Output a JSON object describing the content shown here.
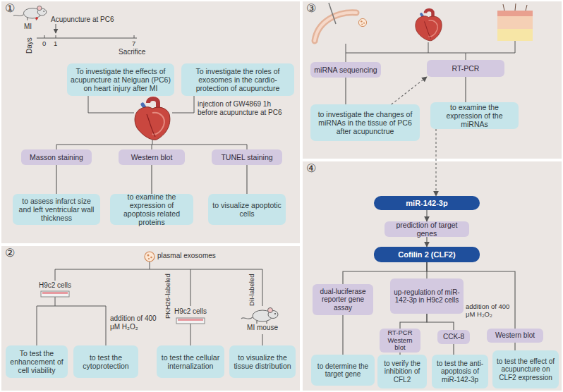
{
  "diagram": {
    "nodes": [
      {
        "text": [
          "①"
        ]
      },
      {
        "text": [
          "To investigate the effects of acupuncture at Neiguan (PC6) on heart injury after MI"
        ],
        "in": 0
      },
      {
        "text": [
          "To investigate the roles of exosomes in the cardio-protection of acupuncture"
        ],
        "in": 0
      },
      {
        "text": [
          "Masson staining"
        ],
        "in": 0
      },
      {
        "text": [
          "Western blot"
        ],
        "in": 0
      },
      {
        "text": [
          "TUNEL staining"
        ],
        "in": 0
      },
      {
        "text": [
          "to assess infarct size and left ventricular wall thickness"
        ],
        "in": 0
      },
      {
        "text": [
          "to examine the expression of apoptosis related proteins"
        ],
        "in": 0
      },
      {
        "text": [
          "to visualize apoptotic cells"
        ],
        "in": 0
      },
      {
        "text": [
          "②"
        ]
      },
      {
        "text": [
          "To test the enhancement of cell viability"
        ],
        "in": 9
      },
      {
        "text": [
          "to test the cytoprotection"
        ],
        "in": 9
      },
      {
        "text": [
          "to test the cellular internalization"
        ],
        "in": 9
      },
      {
        "text": [
          "to visualize the tissue distribution"
        ],
        "in": 9
      },
      {
        "text": [
          "③"
        ]
      },
      {
        "text": [
          "miRNA sequencing"
        ],
        "in": 14
      },
      {
        "text": [
          "RT-PCR"
        ],
        "in": 14
      },
      {
        "text": [
          "to investigate the changes of miRNAs in the tissue of PC6 after acupunctrue"
        ],
        "in": 14
      },
      {
        "text": [
          "to examine the expression of the miRNAs"
        ],
        "in": 14
      },
      {
        "text": [
          "④"
        ]
      },
      {
        "text": [
          "miR-142-3p"
        ],
        "in": 19
      },
      {
        "text": [
          "prediction of target genes"
        ],
        "in": 19
      },
      {
        "text": [
          "Cofilin 2 (CLF2)"
        ],
        "in": 19
      },
      {
        "text": [
          "dual-luciferase reporter gene assay"
        ],
        "in": 19
      },
      {
        "text": [
          "up-regulation of miR-142-3p in H9c2 cells"
        ],
        "in": 19
      },
      {
        "text": [
          "Western blot"
        ],
        "in": 19
      },
      {
        "text": [
          "RT-PCR Western blot"
        ],
        "in": 19
      },
      {
        "text": [
          "CCK-8"
        ],
        "in": 19
      },
      {
        "text": [
          "to determine the target gene"
        ],
        "in": 19
      },
      {
        "text": [
          "to verify the inhibition of CFL2"
        ],
        "in": 19
      },
      {
        "text": [
          "to test the anti-apoptosis of miR-142-3p"
        ],
        "in": 19
      },
      {
        "text": [
          "to test the effect of acupuncture on CLF2 expression"
        ],
        "in": 19
      }
    ],
    "edges": [
      {
        "from": 3,
        "to": 6,
        "arrow": "none"
      },
      {
        "from": 4,
        "to": 7,
        "arrow": "none"
      },
      {
        "from": 5,
        "to": 8,
        "arrow": "none"
      },
      {
        "from": 15,
        "to": 17,
        "arrow": "none"
      },
      {
        "from": 16,
        "to": 18,
        "arrow": "none"
      },
      {
        "from": 17,
        "to": 16,
        "arrow": "to"
      },
      {
        "from": 18,
        "to": 20,
        "arrow": "to"
      },
      {
        "from": 20,
        "to": 21,
        "arrow": "to"
      },
      {
        "from": 21,
        "to": 22,
        "arrow": "to"
      },
      {
        "from": 22,
        "to": 23,
        "arrow": "none"
      },
      {
        "from": 22,
        "to": 24,
        "arrow": "none"
      },
      {
        "from": 22,
        "to": 25,
        "arrow": "none"
      },
      {
        "from": 24,
        "to": 26,
        "arrow": "none"
      },
      {
        "from": 24,
        "to": 27,
        "arrow": "none"
      },
      {
        "from": 23,
        "to": 28,
        "arrow": "none"
      },
      {
        "from": 26,
        "to": 29,
        "arrow": "none"
      },
      {
        "from": 27,
        "to": 30,
        "arrow": "none"
      },
      {
        "from": 25,
        "to": 31,
        "arrow": "none"
      }
    ],
    "labels": [
      "MI",
      "Acupuncture at PC6",
      "Days",
      "0",
      "1",
      "7",
      "Sacrifice",
      "injection of GW4869 1h before acupuncture at PC6",
      "plasmal exosomes",
      "H9c2 cells",
      "addition of 400 μM H₂O₂",
      "PKH26-labeled",
      "H9c2 cells",
      "DiI-labeled",
      "MI mouse",
      "addition of 400 μM H₂O₂"
    ]
  }
}
